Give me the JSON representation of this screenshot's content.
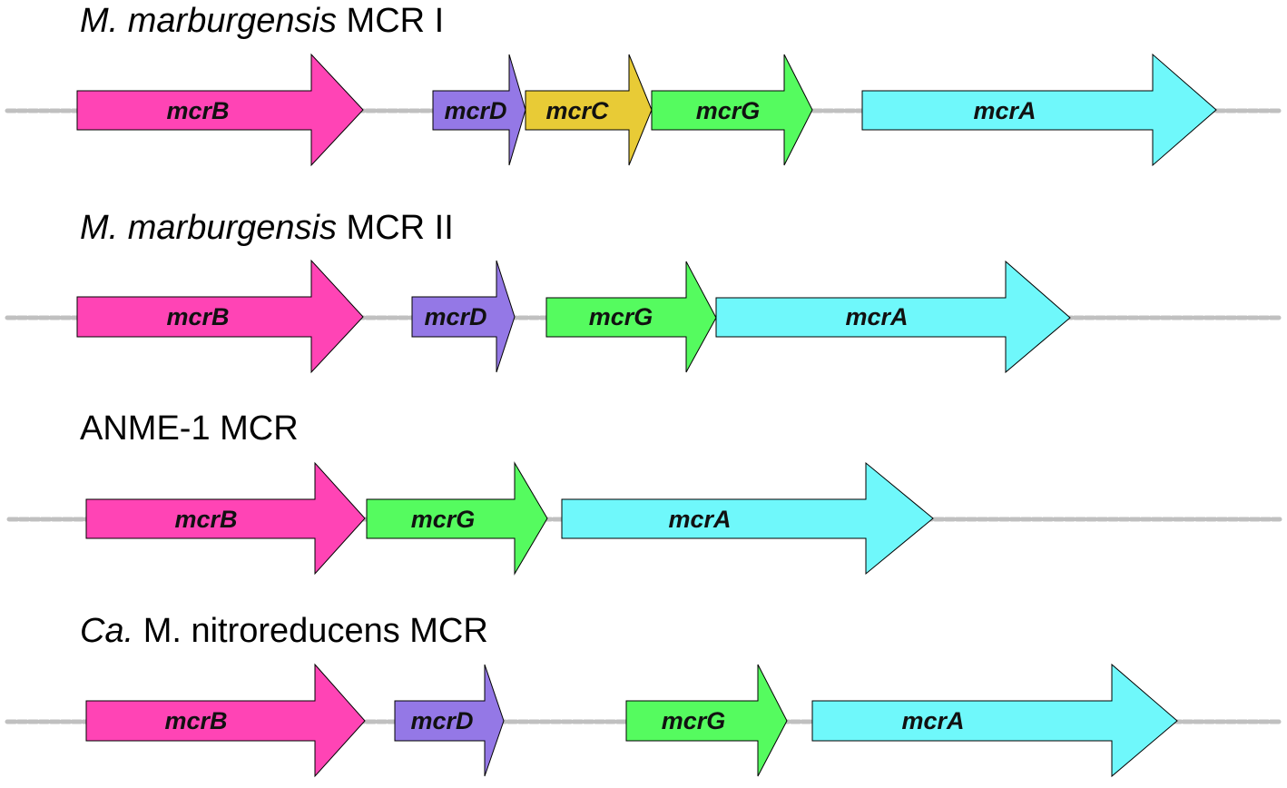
{
  "colors": {
    "mcrB": "#ff44b5",
    "mcrD": "#9478e6",
    "mcrC": "#e8cb36",
    "mcrG": "#55fb5f",
    "mcrA": "#6ff8fb",
    "backbone": "#c0c0c0"
  },
  "clusters": [
    {
      "title_italic": "M. marburgensis",
      "title_rest": " MCR I",
      "genes": [
        {
          "name": "mcrB",
          "color": "#ff44b5"
        },
        {
          "name": "mcrD",
          "color": "#9478e6"
        },
        {
          "name": "mcrC",
          "color": "#e8cb36"
        },
        {
          "name": "mcrG",
          "color": "#55fb5f"
        },
        {
          "name": "mcrA",
          "color": "#6ff8fb"
        }
      ]
    },
    {
      "title_italic": "M. marburgensis",
      "title_rest": " MCR II",
      "genes": [
        {
          "name": "mcrB",
          "color": "#ff44b5"
        },
        {
          "name": "mcrD",
          "color": "#9478e6"
        },
        {
          "name": "mcrG",
          "color": "#55fb5f"
        },
        {
          "name": "mcrA",
          "color": "#6ff8fb"
        }
      ]
    },
    {
      "title_italic": "",
      "title_rest": "ANME-1 MCR",
      "genes": [
        {
          "name": "mcrB",
          "color": "#ff44b5"
        },
        {
          "name": "mcrG",
          "color": "#55fb5f"
        },
        {
          "name": "mcrA",
          "color": "#6ff8fb"
        }
      ]
    },
    {
      "title_italic": "Ca.",
      "title_rest": " M. nitroreducens MCR",
      "genes": [
        {
          "name": "mcrB",
          "color": "#ff44b5"
        },
        {
          "name": "mcrD",
          "color": "#9478e6"
        },
        {
          "name": "mcrG",
          "color": "#55fb5f"
        },
        {
          "name": "mcrA",
          "color": "#6ff8fb"
        }
      ]
    }
  ]
}
